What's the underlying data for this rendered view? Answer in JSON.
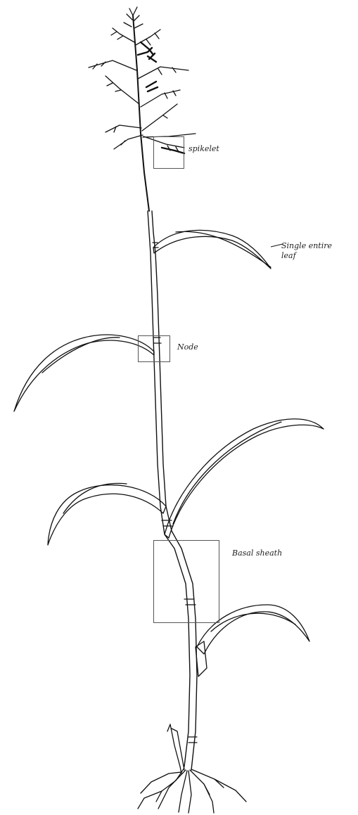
{
  "labels": {
    "spikelet": "spikelet",
    "single_entire_leaf_line1": "Single entire",
    "single_entire_leaf_line2": "leaf",
    "node": "Node",
    "basal_sheath": "Basal sheath"
  }
}
